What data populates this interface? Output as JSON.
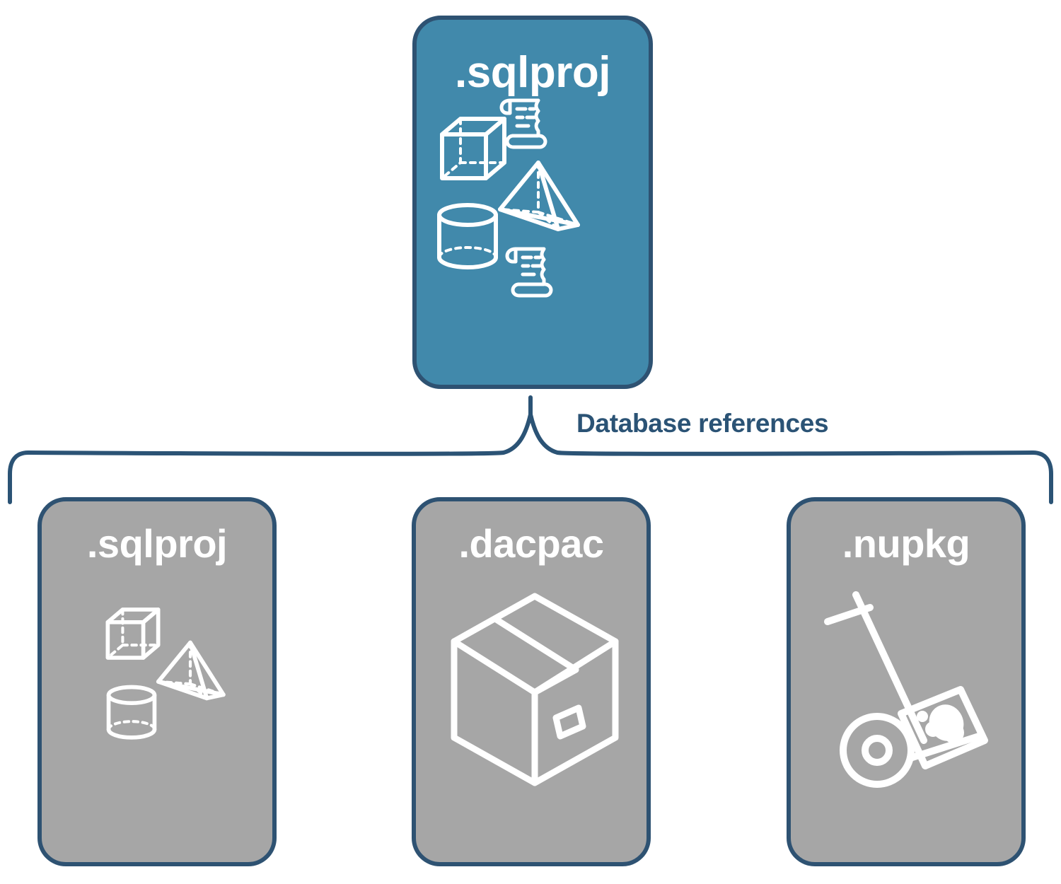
{
  "diagram": {
    "title_hint": "SQL project database references",
    "colors": {
      "primary_card_fill": "#4189ab",
      "secondary_card_fill": "#a6a6a6",
      "stroke": "#2e5272",
      "label_text": "#2b5375",
      "card_text": "#ffffff"
    }
  },
  "root_node": {
    "label": ".sqlproj",
    "icons": [
      {
        "name": "cube-icon"
      },
      {
        "name": "pyramid-icon"
      },
      {
        "name": "cylinder-icon"
      },
      {
        "name": "scroll-icon-top"
      },
      {
        "name": "scroll-icon-bottom"
      }
    ]
  },
  "connector": {
    "label": "Database references",
    "style": "curly-brace-bracket"
  },
  "reference_nodes": [
    {
      "label": ".sqlproj",
      "icons": [
        {
          "name": "cube-icon"
        },
        {
          "name": "pyramid-icon"
        },
        {
          "name": "cylinder-icon"
        }
      ]
    },
    {
      "label": ".dacpac",
      "icons": [
        {
          "name": "package-box-icon"
        }
      ]
    },
    {
      "label": ".nupkg",
      "icons": [
        {
          "name": "hand-truck-icon"
        }
      ]
    }
  ]
}
